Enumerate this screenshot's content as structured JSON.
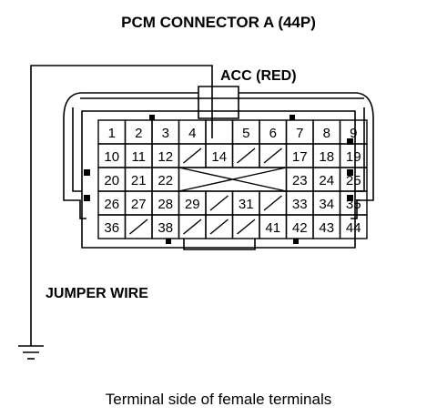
{
  "title": "PCM CONNECTOR A (44P)",
  "acc_label": "ACC (RED)",
  "jumper_label": "JUMPER WIRE",
  "caption": "Terminal side of female terminals",
  "rows": [
    [
      "1",
      "2",
      "3",
      "4",
      "",
      "5",
      "6",
      "7",
      "8",
      "9"
    ],
    [
      "10",
      "11",
      "12",
      "",
      "14",
      "",
      "",
      "17",
      "18",
      "19"
    ],
    [
      "20",
      "21",
      "22",
      "",
      "",
      "",
      "",
      "23",
      "24",
      "25"
    ],
    [
      "26",
      "27",
      "28",
      "29",
      "",
      "31",
      "",
      "33",
      "34",
      "35"
    ],
    [
      "36",
      "",
      "38",
      "",
      "",
      "",
      "41",
      "42",
      "43",
      "44"
    ]
  ],
  "icons": [
    "ground-icon"
  ]
}
